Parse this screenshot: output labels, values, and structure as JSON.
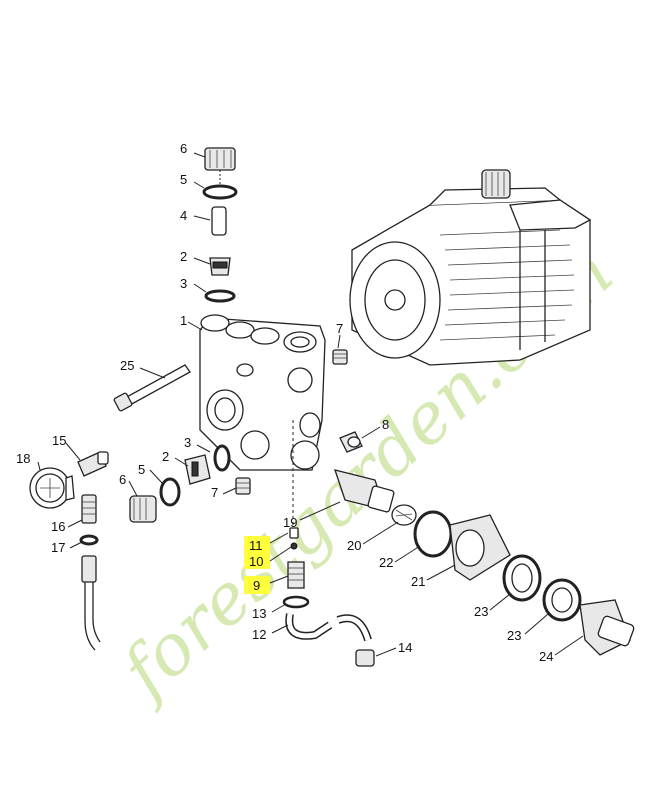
{
  "diagram": {
    "callouts": {
      "c1": "1",
      "c2a": "2",
      "c2b": "2",
      "c3a": "3",
      "c3b": "3",
      "c4": "4",
      "c5a": "5",
      "c5b": "5",
      "c6a": "6",
      "c6b": "6",
      "c7a": "7",
      "c7b": "7",
      "c8": "8",
      "c9": "9",
      "c10": "10",
      "c11": "11",
      "c12": "12",
      "c13": "13",
      "c14": "14",
      "c15": "15",
      "c16": "16",
      "c17": "17",
      "c18": "18",
      "c19": "19",
      "c20": "20",
      "c21": "21",
      "c22": "22",
      "c23a": "23",
      "c23b": "23",
      "c24": "24",
      "c25": "25"
    },
    "highlighted": [
      "9",
      "10",
      "11"
    ],
    "highlight_color": "#ffff3c"
  },
  "watermark": {
    "text": "forestgarden.com",
    "color": "#cfe6a6"
  }
}
